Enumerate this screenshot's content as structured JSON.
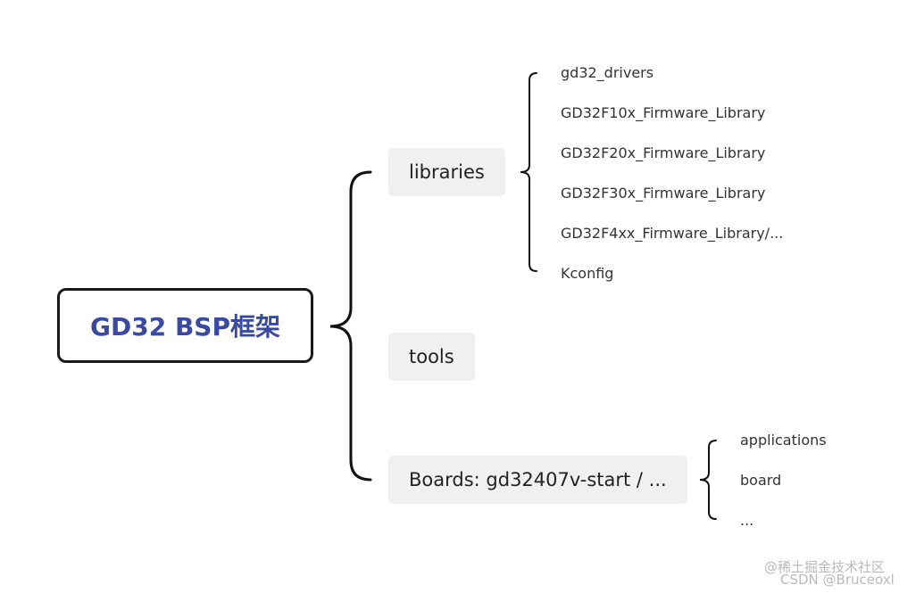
{
  "root": {
    "label": "GD32 BSP框架"
  },
  "branches": [
    {
      "label": "libraries",
      "children": [
        "gd32_drivers",
        "GD32F10x_Firmware_Library",
        "GD32F20x_Firmware_Library",
        "GD32F30x_Firmware_Library",
        "GD32F4xx_Firmware_Library/...",
        "Kconfig"
      ]
    },
    {
      "label": "tools",
      "children": []
    },
    {
      "label": "Boards: gd32407v-start / ...",
      "children": [
        "applications",
        "board",
        "..."
      ]
    }
  ],
  "watermark": {
    "line1": "@稀土掘金技术社区",
    "line2": "CSDN @Bruceoxl"
  }
}
